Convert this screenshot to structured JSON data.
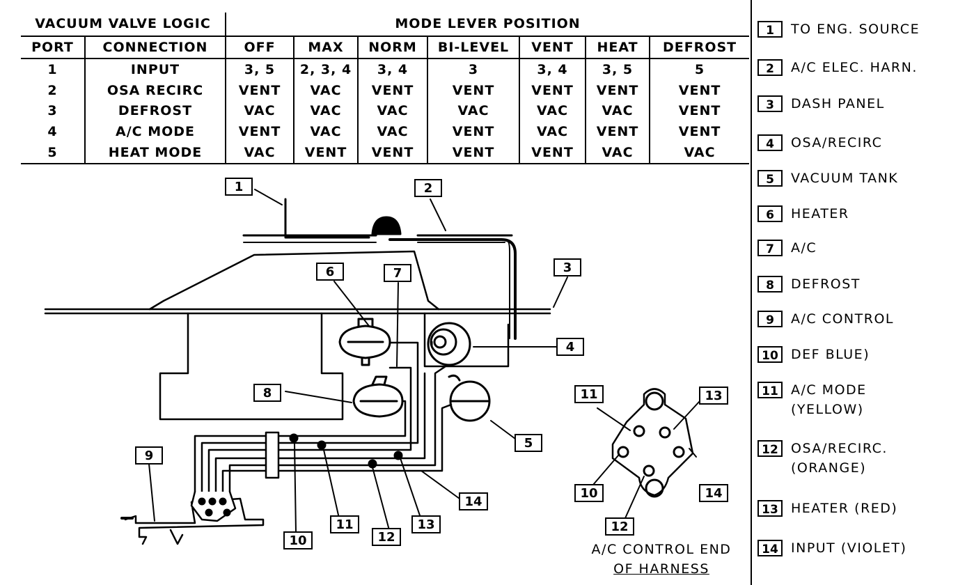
{
  "table": {
    "title": "VACUUM VALVE LOGIC",
    "mode_title": "MODE LEVER POSITION",
    "col_port": "PORT",
    "col_connection": "CONNECTION",
    "modes": [
      "OFF",
      "MAX",
      "NORM",
      "BI-LEVEL",
      "VENT",
      "HEAT",
      "DEFROST"
    ],
    "rows": [
      {
        "port": "1",
        "connection": "INPUT",
        "values": [
          "3, 5",
          "2, 3, 4",
          "3, 4",
          "3",
          "3, 4",
          "3, 5",
          "5"
        ]
      },
      {
        "port": "2",
        "connection": "OSA RECIRC",
        "values": [
          "VENT",
          "VAC",
          "VENT",
          "VENT",
          "VENT",
          "VENT",
          "VENT"
        ]
      },
      {
        "port": "3",
        "connection": "DEFROST",
        "values": [
          "VAC",
          "VAC",
          "VAC",
          "VAC",
          "VAC",
          "VAC",
          "VENT"
        ]
      },
      {
        "port": "4",
        "connection": "A/C MODE",
        "values": [
          "VENT",
          "VAC",
          "VAC",
          "VENT",
          "VAC",
          "VENT",
          "VENT"
        ]
      },
      {
        "port": "5",
        "connection": "HEAT MODE",
        "values": [
          "VAC",
          "VENT",
          "VENT",
          "VENT",
          "VENT",
          "VAC",
          "VAC"
        ]
      }
    ]
  },
  "legend": [
    {
      "num": "1",
      "text": "TO ENG. SOURCE"
    },
    {
      "num": "2",
      "text": "A/C ELEC. HARN."
    },
    {
      "num": "3",
      "text": "DASH PANEL"
    },
    {
      "num": "4",
      "text": "OSA/RECIRC"
    },
    {
      "num": "5",
      "text": "VACUUM TANK"
    },
    {
      "num": "6",
      "text": "HEATER"
    },
    {
      "num": "7",
      "text": "A/C"
    },
    {
      "num": "8",
      "text": "DEFROST"
    },
    {
      "num": "9",
      "text": "A/C CONTROL"
    },
    {
      "num": "10",
      "text": "DEF   BLUE)"
    },
    {
      "num": "11",
      "text": "A/C MODE (YELLOW)"
    },
    {
      "num": "12",
      "text": "OSA/RECIRC. (ORANGE)"
    },
    {
      "num": "13",
      "text": "HEATER (RED)"
    },
    {
      "num": "14",
      "text": "INPUT (VIOLET)"
    }
  ],
  "callouts": [
    "1",
    "2",
    "3",
    "4",
    "5",
    "6",
    "7",
    "8",
    "9",
    "10",
    "11",
    "12",
    "13",
    "14",
    "11",
    "13",
    "10",
    "14",
    "12"
  ],
  "harness_caption": {
    "line1": "A/C CONTROL END",
    "line2": "OF HARNESS"
  }
}
